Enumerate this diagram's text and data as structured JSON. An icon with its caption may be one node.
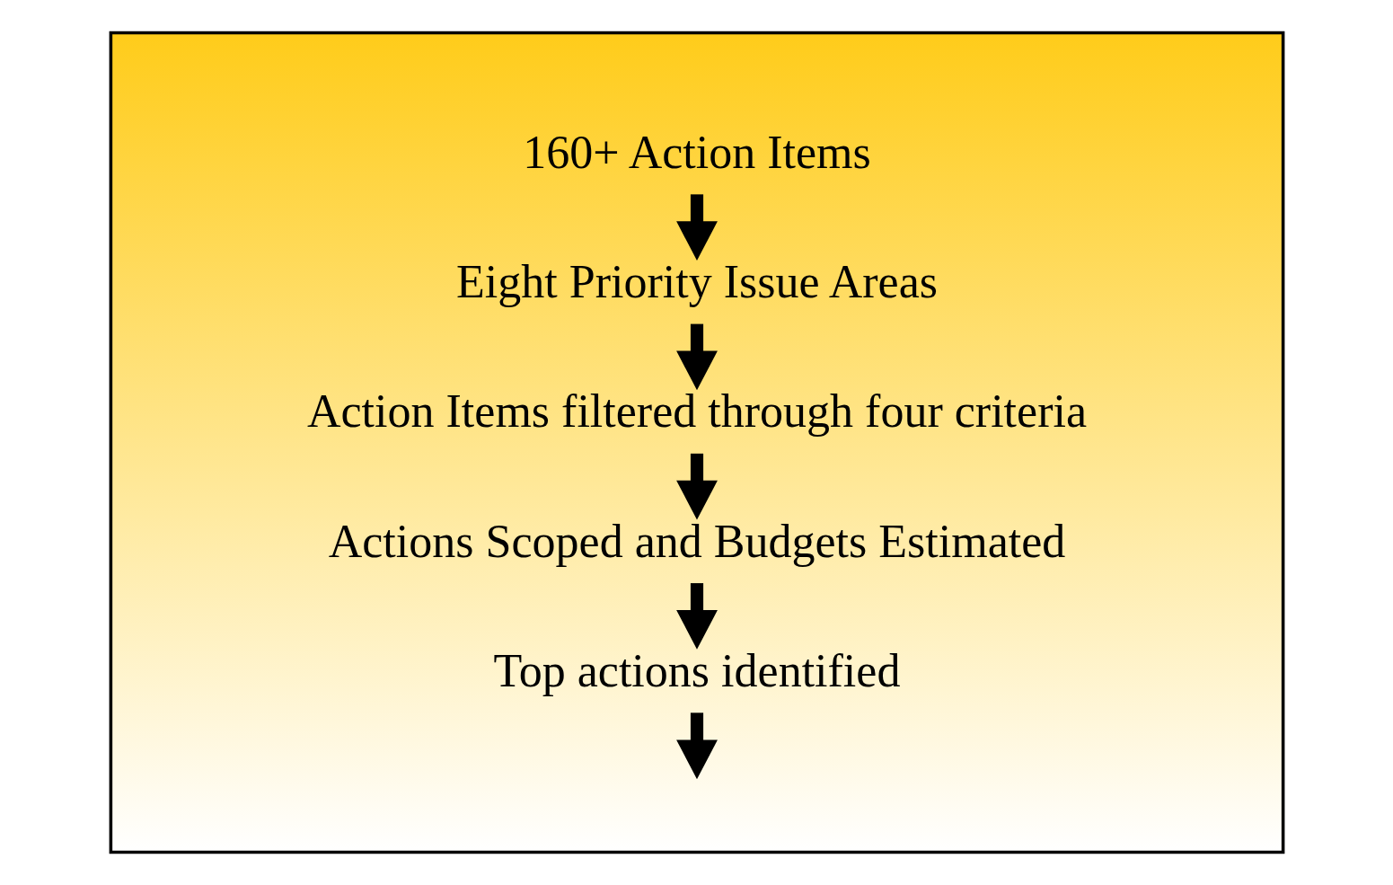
{
  "diagram": {
    "nodes": [
      {
        "text": [],
        "shape": "triangle"
      },
      {
        "text": [
          "160+ Action Items"
        ],
        "in": 0
      },
      {
        "text": [
          "Eight Priority Issue Areas"
        ],
        "in": 0
      },
      {
        "text": [
          "Action Items filtered through four criteria"
        ],
        "in": 0
      },
      {
        "text": [
          "Actions Scoped and Budgets Estimated"
        ],
        "in": 0
      },
      {
        "text": [
          "Top actions identified"
        ],
        "in": 0
      }
    ],
    "edges": [
      {
        "from": 1,
        "to": 2,
        "arrow": "to"
      },
      {
        "from": 2,
        "to": 3,
        "arrow": "to"
      },
      {
        "from": 3,
        "to": 4,
        "arrow": "to"
      },
      {
        "from": 4,
        "to": 5,
        "arrow": "to"
      },
      {
        "from": 5,
        "to": null,
        "arrow": "to"
      }
    ]
  }
}
